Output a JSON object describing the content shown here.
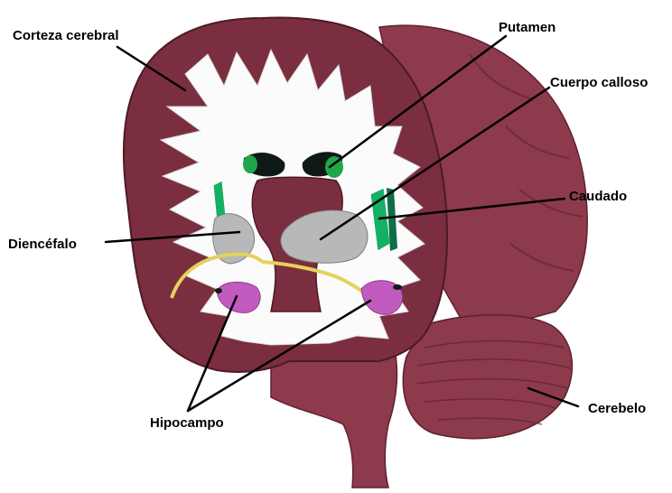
{
  "labels": {
    "corteza": "Corteza cerebral",
    "putamen": "Putamen",
    "cuerpo_calloso": "Cuerpo calloso",
    "caudado": "Caudado",
    "diencefalo": "Diencéfalo",
    "hipocampo": "Hipocampo",
    "cerebelo": "Cerebelo"
  },
  "colors": {
    "cortex": "#7a2e3f",
    "cortex_outer": "#8c3a4c",
    "white_matter": "#fbfbfb",
    "putamen": "#1fa64a",
    "caudate": "#14b063",
    "thalamus": "#b8b8b8",
    "hippocampus": "#c25bc0",
    "fornix": "#e6d15a",
    "ventricle": "#0f1a16",
    "leader": "#000000"
  }
}
